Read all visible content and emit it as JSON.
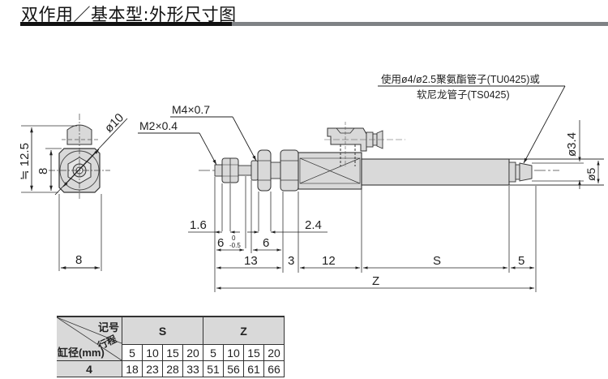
{
  "header": {
    "title": "双作用／基本型:外形尺寸图"
  },
  "colors": {
    "title_bar_dark": "#111111",
    "title_bar_grey": "#7f8285",
    "part_fill": "#d9d9d9",
    "line": "#333333",
    "table_header_fill": "#d9d9d9"
  },
  "end_view": {
    "dim_height_total": "≒ 12.5",
    "dim_height_body": "8",
    "dim_width": "8",
    "dim_diameter": "ø10"
  },
  "side_view": {
    "callouts": {
      "thread_rod": "M2×0.4",
      "thread_mount": "M4×0.7",
      "tubing_line1": "使用ø4/ø2.5聚氨酯管子(TU0425)或",
      "tubing_line2": "软尼龙管子(TS0425)"
    },
    "dims": {
      "d_1_6": "1.6",
      "d_2_4": "2.4",
      "d_6_tol_value": "6",
      "d_6_tol_upper": "0",
      "d_6_tol_lower": "-0.5",
      "d_6": "6",
      "d_13": "13",
      "d_3": "3",
      "d_12": "12",
      "d_S": "S",
      "d_5": "5",
      "d_Z": "Z",
      "d_dia_3_4": "ø3.4",
      "d_dia_5": "ø5"
    }
  },
  "spec_table": {
    "corner_code": "记号",
    "corner_stroke": "行程",
    "corner_bore": "缸径(mm)",
    "groups": [
      "S",
      "Z"
    ],
    "strokes": [
      "5",
      "10",
      "15",
      "20",
      "5",
      "10",
      "15",
      "20"
    ],
    "rows": [
      {
        "bore": "4",
        "values": [
          "18",
          "23",
          "28",
          "33",
          "51",
          "56",
          "61",
          "66"
        ]
      }
    ]
  }
}
